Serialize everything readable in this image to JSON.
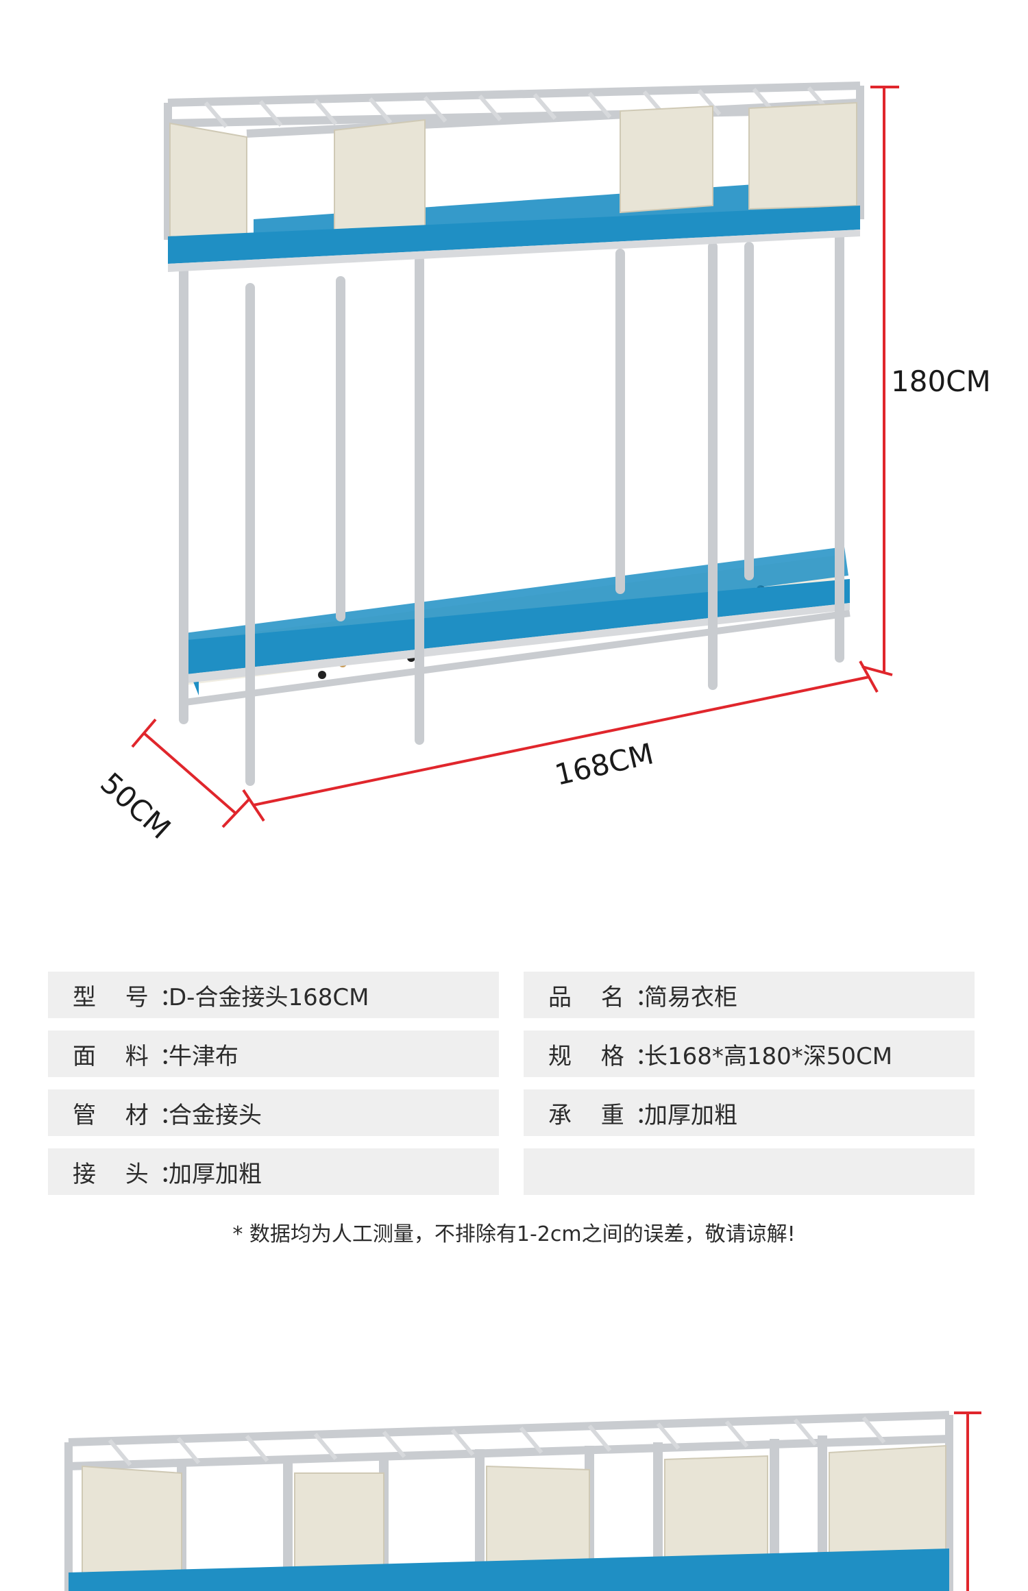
{
  "dimensions": {
    "height": "180CM",
    "length": "168CM",
    "depth": "50CM"
  },
  "specs": [
    [
      {
        "key": "型  号：",
        "value": "D-合金接头168CM"
      },
      {
        "key": "品  名：",
        "value": "简易衣柜"
      }
    ],
    [
      {
        "key": "面  料：",
        "value": "牛津布"
      },
      {
        "key": "规  格：",
        "value": "长168*高180*深50CM"
      }
    ],
    [
      {
        "key": "管  材：",
        "value": "合金接头"
      },
      {
        "key": "承  重：",
        "value": "加厚加粗"
      }
    ],
    [
      {
        "key": "接  头：",
        "value": "加厚加粗"
      },
      {
        "key": "",
        "value": ""
      }
    ]
  ],
  "note": "* 数据均为人工测量，不排除有1-2cm之间的误差，敬请谅解!",
  "colors": {
    "frame": "#c9ccd0",
    "shelf_blue": "#1f8fc4",
    "panel": "#e8e4d6",
    "dimension_line": "#e0262c",
    "spec_bg": "#efefef"
  }
}
